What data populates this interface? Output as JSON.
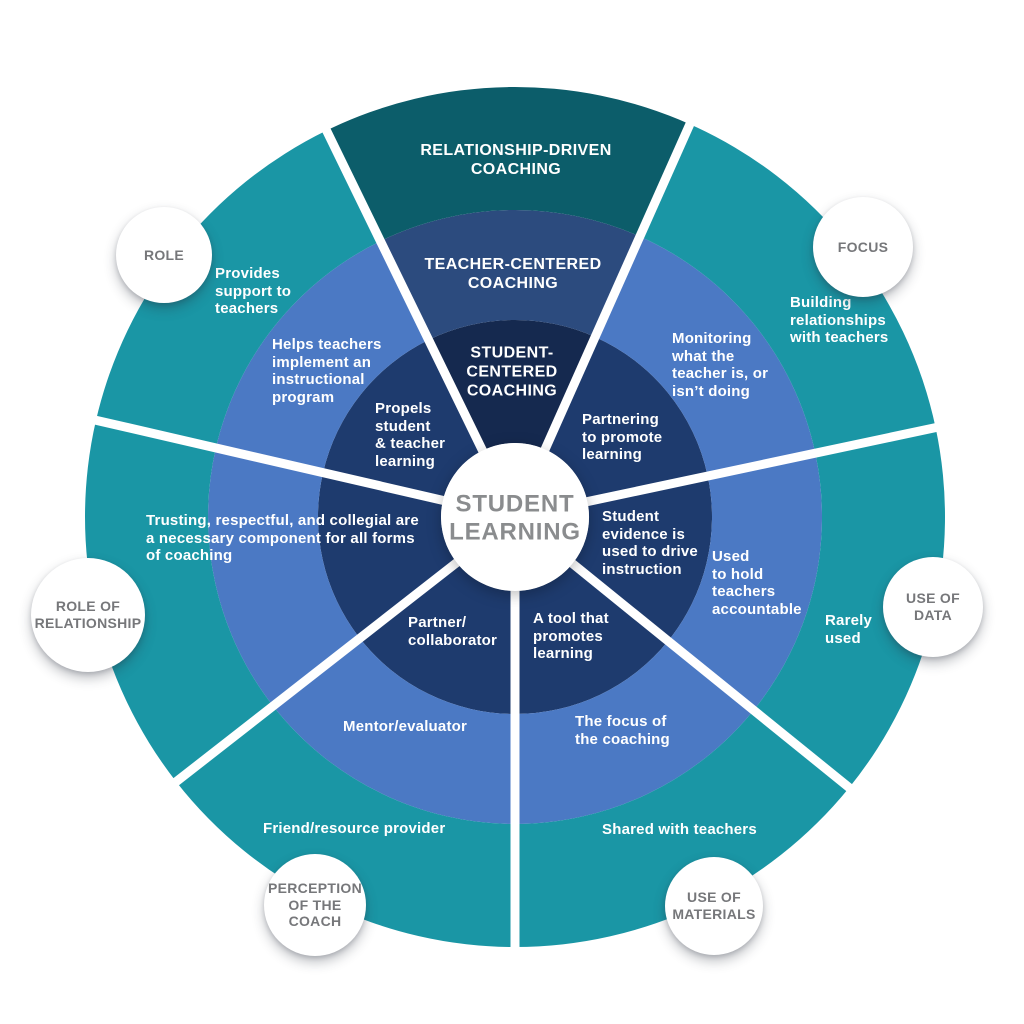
{
  "diagram": {
    "center_label": "STUDENT\nLEARNING",
    "ring_titles": {
      "outer": "RELATIONSHIP-DRIVEN\nCOACHING",
      "middle": "TEACHER-CENTERED\nCOACHING",
      "inner": "STUDENT-\nCENTERED\nCOACHING"
    }
  },
  "categories": [
    {
      "label": "ROLE",
      "outer": "Provides\nsupport to\nteachers",
      "middle": "Helps teachers\nimplement an\ninstructional\nprogram",
      "inner": "Propels\nstudent\n& teacher\nlearning"
    },
    {
      "label": "FOCUS",
      "outer": "Building\nrelationships\nwith teachers",
      "middle": "Monitoring\nwhat the\nteacher is, or\nisn’t doing",
      "inner": "Partnering\nto promote\nlearning"
    },
    {
      "label": "USE OF\nDATA",
      "outer": "Rarely\nused",
      "middle": "Used\nto hold\nteachers\naccountable",
      "inner": "Student\nevidence is\nused to drive\ninstruction"
    },
    {
      "label": "USE OF\nMATERIALS",
      "outer": "Shared with teachers",
      "middle": "The focus of\nthe coaching",
      "inner": "A tool that\npromotes\nlearning"
    },
    {
      "label": "PERCEPTION\nOF THE\nCOACH",
      "outer": "Friend/resource provider",
      "middle": "Mentor/evaluator",
      "inner": "Partner/\ncollaborator"
    },
    {
      "label": "ROLE OF\nRELATIONSHIP",
      "note": "Trusting, respectful, and collegial are\na necessary component for all forms\nof coaching"
    }
  ],
  "colors": {
    "teal": "#1A96A5",
    "teal_dark": "#0C5D6A",
    "blue": "#4B79C4",
    "blue_dark": "#2C4B7E",
    "navy": "#1E3B6E",
    "navy_dark": "#15294F",
    "divider": "#FFFFFF",
    "badge_text": "#76777A",
    "center_text": "#8A8C8E"
  }
}
